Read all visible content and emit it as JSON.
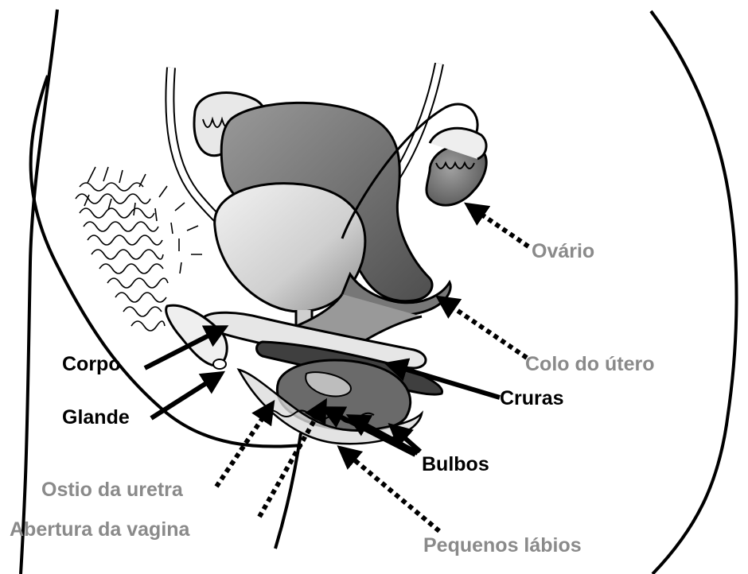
{
  "colors": {
    "outline": "#000000",
    "tissue_dark": "#6b6b6b",
    "tissue_mid": "#8e8e8e",
    "tissue_light": "#d8d8d8",
    "label_dark": "#000000",
    "label_grey": "#8a8a8a"
  },
  "labels": {
    "ovario": "Ovário",
    "colo_do_utero": "Colo do útero",
    "corpo": "Corpo",
    "glande": "Glande",
    "cruras": "Cruras",
    "bulbos": "Bulbos",
    "ostio_da_uretra": "Ostio da uretra",
    "abertura_da_vagina": "Abertura da vagina",
    "pequenos_labios": "Pequenos lábios"
  }
}
